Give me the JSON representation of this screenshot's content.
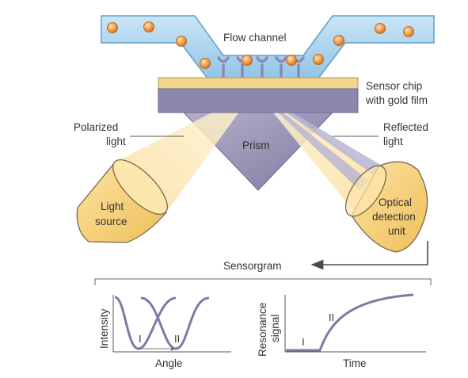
{
  "labels": {
    "flow_channel": "Flow channel",
    "sensor_chip_line1": "Sensor chip",
    "sensor_chip_line2": "with gold film",
    "polarized_line1": "Polarized",
    "polarized_line2": "light",
    "reflected_line1": "Reflected",
    "reflected_line2": "light",
    "prism": "Prism",
    "light_source_line1": "Light",
    "light_source_line2": "source",
    "detector_line1": "Optical",
    "detector_line2": "detection",
    "detector_line3": "unit",
    "sensorgram": "Sensorgram"
  },
  "plot_left": {
    "ylabel": "Intensity",
    "xlabel": "Angle",
    "marker_1": "I",
    "marker_2": "II"
  },
  "plot_right": {
    "ylabel_line1": "Resonance",
    "ylabel_line2": "signal",
    "xlabel": "Time",
    "marker_1": "I",
    "marker_2": "II"
  },
  "colors": {
    "channel_fill": "#a9d4ee",
    "channel_stroke": "#5f9ec8",
    "particle": "#f0a04e",
    "particle_stroke": "#c06a1e",
    "receptor": "#8d89b4",
    "chip_gold": "#f2d48a",
    "chip_base": "#8c88ad",
    "prism": "#9c98b9",
    "beam": "#fbe3a8",
    "device_fill": "#f6cf77",
    "device_stroke": "#7b6a4e",
    "curve": "#7e7aa3",
    "text": "#333333"
  }
}
